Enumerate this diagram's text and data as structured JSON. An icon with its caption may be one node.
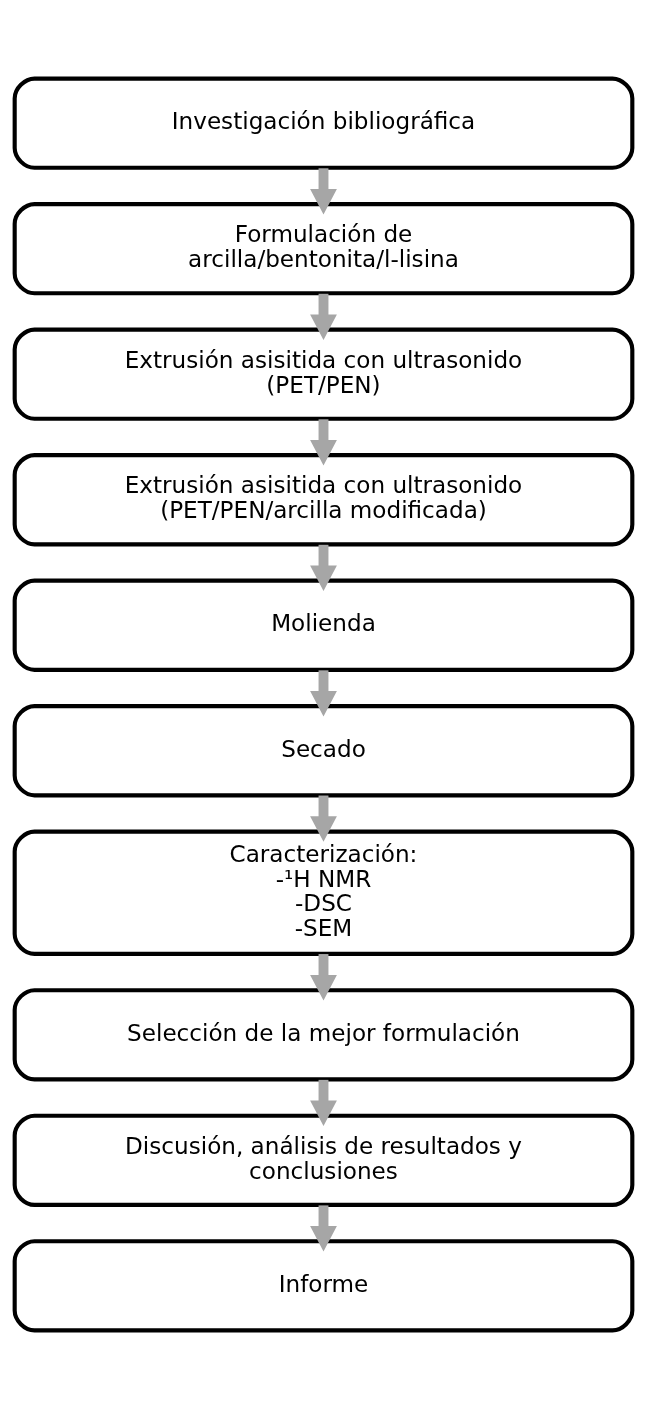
{
  "diagram": {
    "nodes": [
      {
        "text": [
          "Investigación bibliográfica"
        ]
      },
      {
        "text": [
          "Formulación de arcilla/bentonita/l-lisina"
        ]
      },
      {
        "text": [
          "Extrusión asisitida con ultrasonido (PET/PEN)"
        ]
      },
      {
        "text": [
          "Extrusión asisitida con ultrasonido (PET/PEN/arcilla modificada)"
        ]
      },
      {
        "text": [
          "Molienda"
        ]
      },
      {
        "text": [
          "Secado"
        ]
      },
      {
        "text": [
          "Caracterización:",
          "-¹H NMR",
          "-DSC",
          "-SEM"
        ]
      },
      {
        "text": [
          "Selección de la mejor formulación"
        ]
      },
      {
        "text": [
          "Discusión, análisis de resultados y conclusiones"
        ]
      },
      {
        "text": [
          "Informe"
        ]
      }
    ],
    "edges": [
      {
        "from": 0,
        "to": 1,
        "arrow": "to"
      },
      {
        "from": 1,
        "to": 2,
        "arrow": "to"
      },
      {
        "from": 2,
        "to": 3,
        "arrow": "to"
      },
      {
        "from": 3,
        "to": 4,
        "arrow": "to"
      },
      {
        "from": 4,
        "to": 5,
        "arrow": "to"
      },
      {
        "from": 5,
        "to": 6,
        "arrow": "to"
      },
      {
        "from": 6,
        "to": 7,
        "arrow": "to"
      },
      {
        "from": 7,
        "to": 8,
        "arrow": "to"
      },
      {
        "from": 8,
        "to": 9,
        "arrow": "to"
      }
    ]
  }
}
